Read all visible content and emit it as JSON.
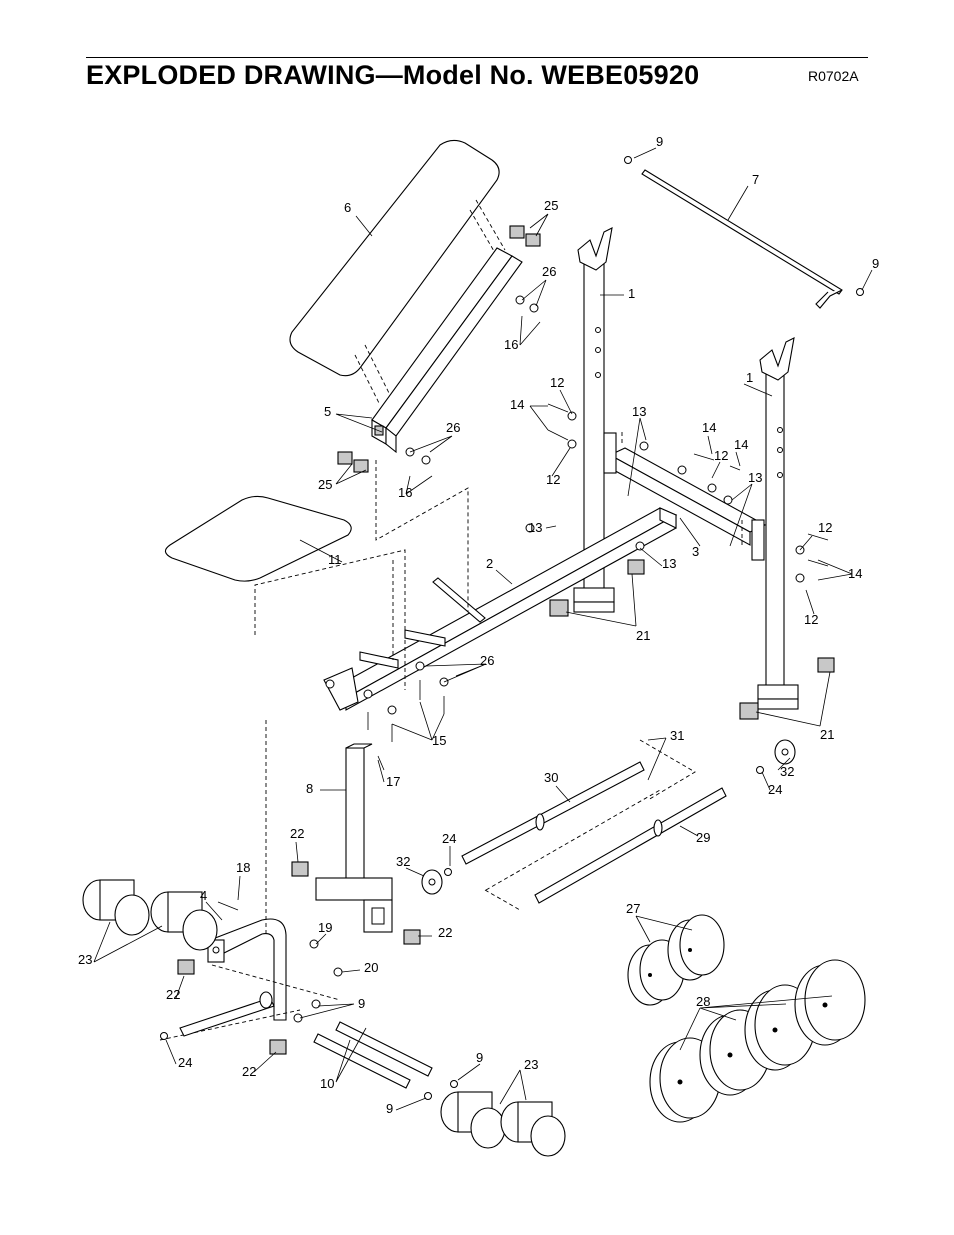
{
  "header": {
    "title": "EXPLODED DRAWING—Model No. WEBE05920",
    "code": "R0702A"
  },
  "callouts": {
    "c9a": "9",
    "c7": "7",
    "c9b": "9",
    "c6": "6",
    "c25a": "25",
    "c26a": "26",
    "c1a": "1",
    "c16a": "16",
    "c1b": "1",
    "c12a": "12",
    "c14a": "14",
    "c5": "5",
    "c26b": "26",
    "c13a": "13",
    "c14b": "14",
    "c14c": "14",
    "c12b": "12",
    "c13b": "13",
    "c25b": "25",
    "c16b": "16",
    "c12c": "12",
    "c13c": "13",
    "c3": "3",
    "c12d": "12",
    "c11": "11",
    "c2": "2",
    "c13d": "13",
    "c14d": "14",
    "c12e": "12",
    "c21a": "21",
    "c26c": "26",
    "c15": "15",
    "c21b": "21",
    "c31": "31",
    "c8": "8",
    "c17": "17",
    "c30": "30",
    "c32a": "32",
    "c24a": "24",
    "c22a": "22",
    "c24b": "24",
    "c29": "29",
    "c18": "18",
    "c32b": "32",
    "c4": "4",
    "c27": "27",
    "c19": "19",
    "c22b": "22",
    "c23a": "23",
    "c20": "20",
    "c22c": "22",
    "c9c": "9",
    "c28": "28",
    "c24c": "24",
    "c22d": "22",
    "c10": "10",
    "c9d": "9",
    "c23b": "23",
    "c9e": "9"
  }
}
